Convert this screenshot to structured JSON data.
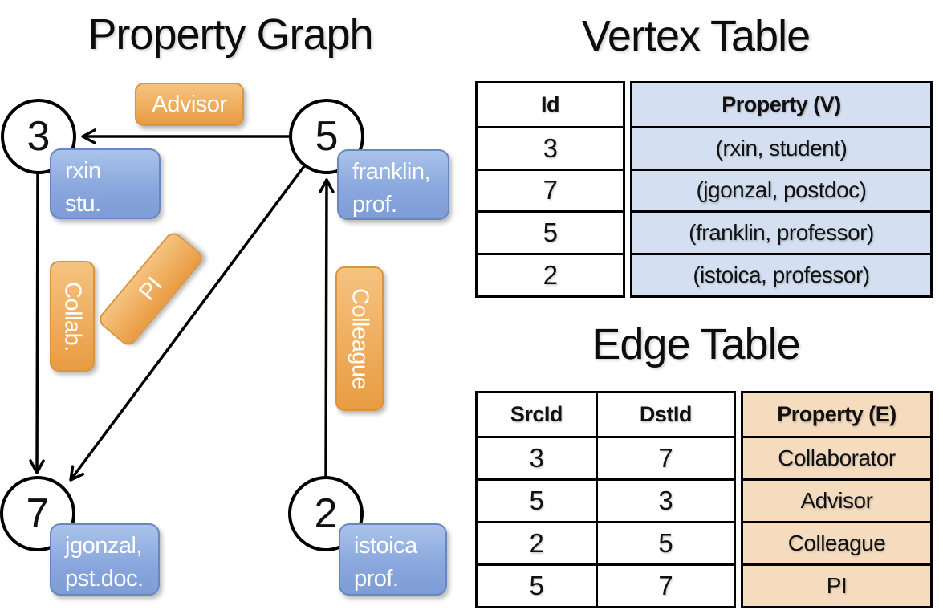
{
  "titles": {
    "graph": "Property Graph",
    "vertex": "Vertex Table",
    "edge": "Edge Table"
  },
  "graph": {
    "nodes": [
      {
        "id": "3"
      },
      {
        "id": "5"
      },
      {
        "id": "7"
      },
      {
        "id": "2"
      }
    ],
    "node_props": [
      {
        "line1": "rxin",
        "line2": "stu."
      },
      {
        "line1": "franklin,",
        "line2": "prof."
      },
      {
        "line1": "jgonzal,",
        "line2": "pst.doc."
      },
      {
        "line1": "istoica",
        "line2": "prof."
      }
    ],
    "edges": [
      {
        "label": "Advisor",
        "from": "5",
        "to": "3"
      },
      {
        "label": "Collab.",
        "from": "3",
        "to": "7"
      },
      {
        "label": "PI",
        "from": "5",
        "to": "7"
      },
      {
        "label": "Colleague",
        "from": "2",
        "to": "5"
      }
    ]
  },
  "vertex_table": {
    "headers": {
      "id": "Id",
      "property": "Property (V)"
    },
    "rows": [
      {
        "id": "3",
        "property": "(rxin, student)"
      },
      {
        "id": "7",
        "property": "(jgonzal, postdoc)"
      },
      {
        "id": "5",
        "property": "(franklin, professor)"
      },
      {
        "id": "2",
        "property": "(istoica, professor)"
      }
    ]
  },
  "edge_table": {
    "headers": {
      "src": "SrcId",
      "dst": "DstId",
      "property": "Property (E)"
    },
    "rows": [
      {
        "src": "3",
        "dst": "7",
        "property": "Collaborator"
      },
      {
        "src": "5",
        "dst": "3",
        "property": "Advisor"
      },
      {
        "src": "2",
        "dst": "5",
        "property": "Colleague"
      },
      {
        "src": "5",
        "dst": "7",
        "property": "PI"
      }
    ]
  },
  "colors": {
    "edge_label_orange": "#efad5e",
    "vertex_label_blue": "#8aa8dd",
    "vertex_property_cell_bg": "#d4e0f1",
    "edge_property_cell_bg": "#f5dcbf",
    "line_black": "#000000"
  }
}
